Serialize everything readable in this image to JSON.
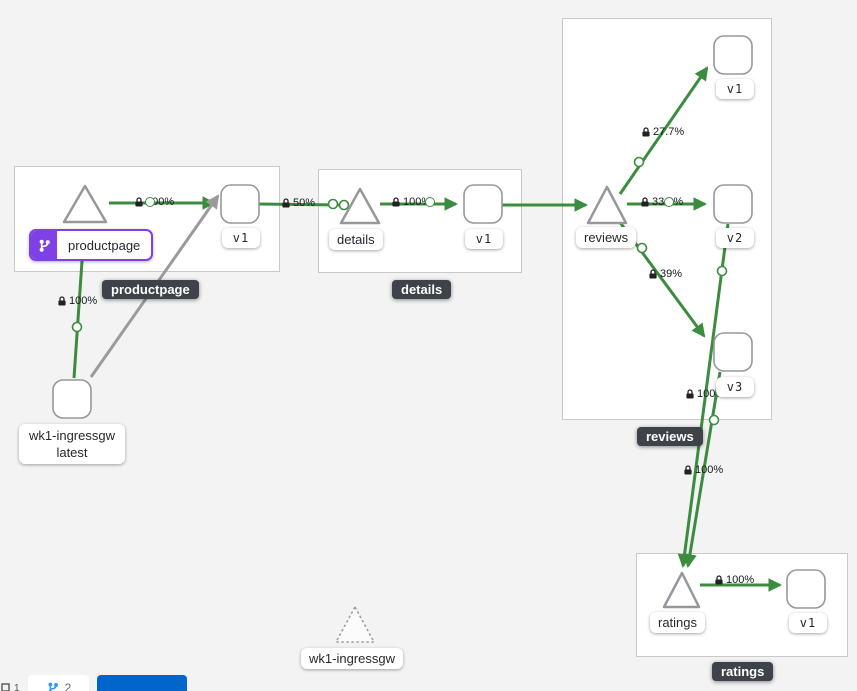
{
  "app": "kiali-graph",
  "colors": {
    "edge_green": "#3c8c3f",
    "edge_gray": "#9b9b9b",
    "selected_purple": "#7d41e6",
    "box_label_bg": "#3d4349",
    "button_blue": "#0066cc"
  },
  "boxes": {
    "productpage": {
      "label": "productpage"
    },
    "details": {
      "label": "details"
    },
    "reviews": {
      "label": "reviews"
    },
    "ratings": {
      "label": "ratings"
    }
  },
  "nodes": {
    "productpage_app": {
      "label": "productpage"
    },
    "productpage_v1": {
      "label": "v1"
    },
    "details_app": {
      "label": "details"
    },
    "details_v1": {
      "label": "v1"
    },
    "reviews_app": {
      "label": "reviews"
    },
    "reviews_v1": {
      "label": "v1"
    },
    "reviews_v2": {
      "label": "v2"
    },
    "reviews_v3": {
      "label": "v3"
    },
    "ratings_app": {
      "label": "ratings"
    },
    "ratings_v1": {
      "label": "v1"
    },
    "ingress_workload": {
      "name": "wk1-ingressgw",
      "version": "latest"
    },
    "ingress_idle": {
      "label": "wk1-ingressgw"
    }
  },
  "selected_badge": {
    "label": "productpage"
  },
  "edges": {
    "ingress_to_productpage": {
      "pct": "100%"
    },
    "productpage_to_v1": {
      "pct": "100%"
    },
    "productpage_to_details": {
      "pct": "50%"
    },
    "details_to_v1": {
      "pct": "100%"
    },
    "reviews_to_v1": {
      "pct": "27.7%"
    },
    "reviews_to_v2": {
      "pct": "33.2%"
    },
    "reviews_to_v3": {
      "pct": "39%"
    },
    "reviews_v2_to_ratings": {
      "pct": "100%"
    },
    "reviews_v3_to_ratings": {
      "pct": "100%"
    },
    "ratings_to_v1": {
      "pct": "100%"
    }
  },
  "bottom_bar": {
    "chip1_count": "1",
    "chip2_count": "2"
  }
}
